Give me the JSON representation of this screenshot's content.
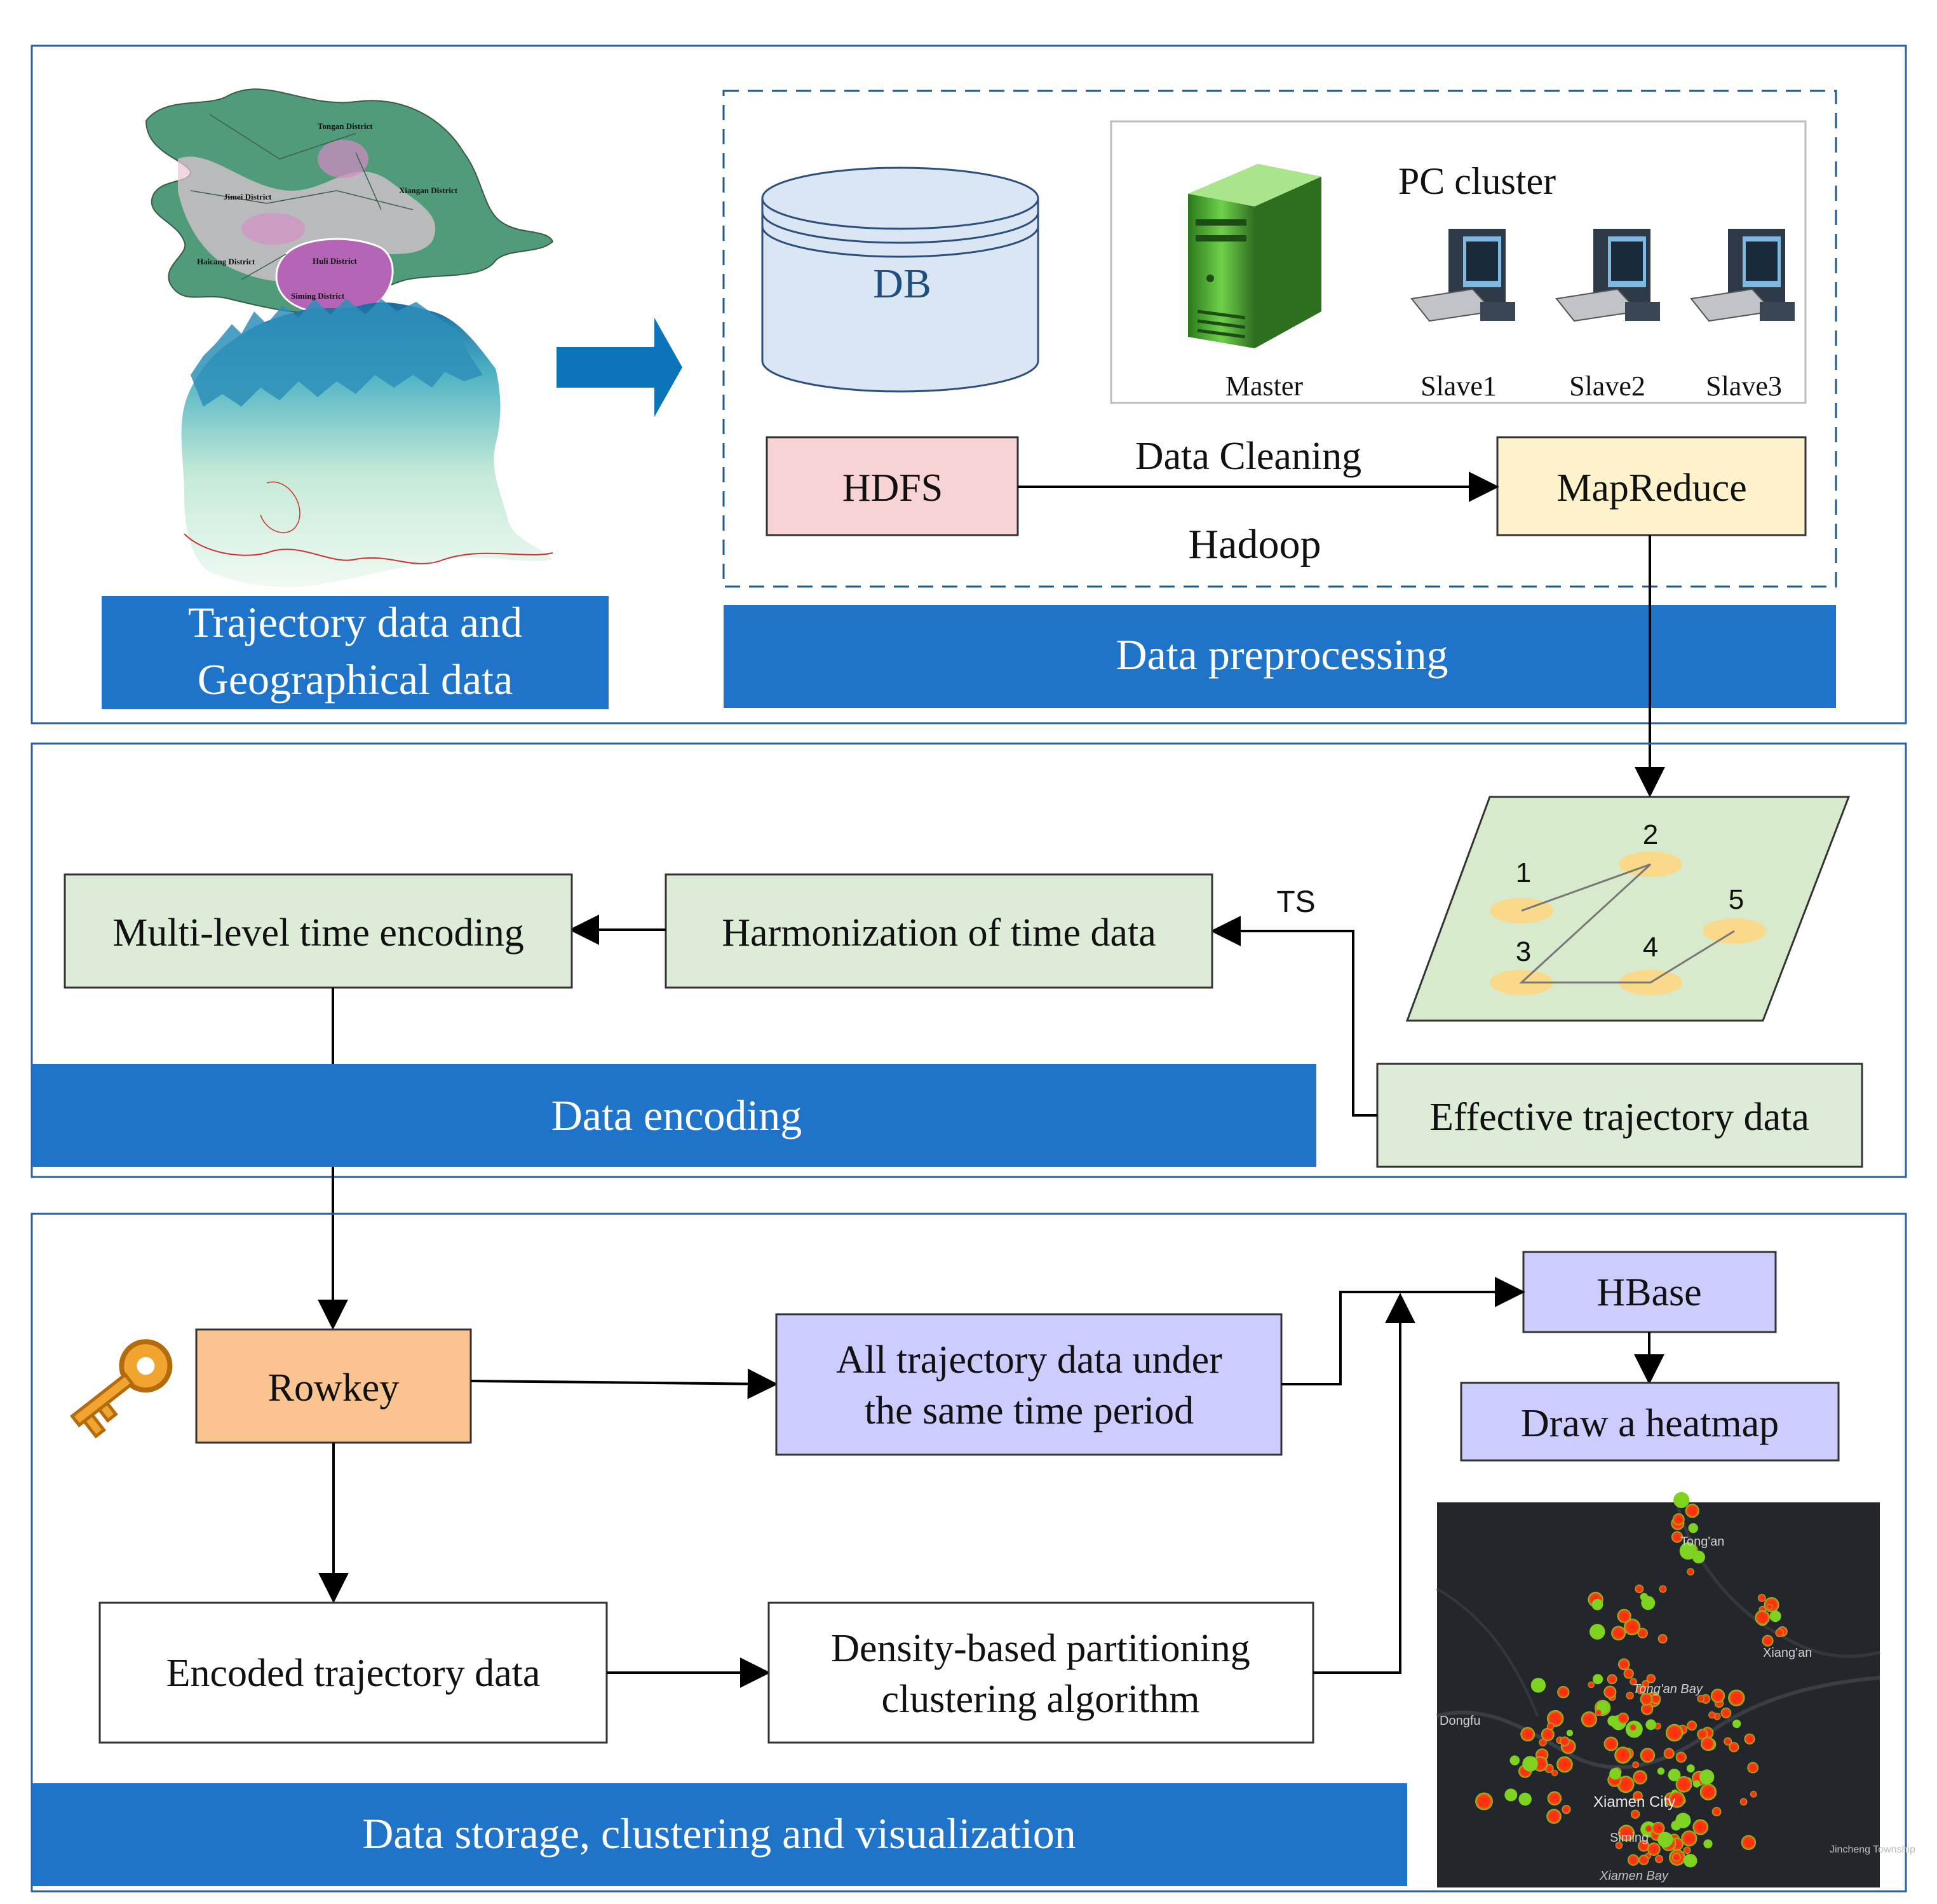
{
  "panel1": {
    "source_label_line1": "Trajectory data and",
    "source_label_line2": "Geographical data",
    "map_labels": [
      "Tongan District",
      "Jimei District",
      "Xiangan District",
      "Haicang District",
      "Huli District",
      "Siming District"
    ],
    "db_label": "DB",
    "cluster_title": "PC cluster",
    "nodes": [
      "Master",
      "Slave1",
      "Slave2",
      "Slave3"
    ],
    "hdfs_label": "HDFS",
    "mapreduce_label": "MapReduce",
    "edge_label": "Data Cleaning",
    "framework_label": "Hadoop",
    "banner": "Data preprocessing"
  },
  "panel2": {
    "multi_level_label": "Multi-level time encoding",
    "harmonization_label": "Harmonization of time data",
    "ts_label": "TS",
    "effective_label": "Effective trajectory data",
    "points": [
      "1",
      "2",
      "3",
      "4",
      "5"
    ],
    "banner": "Data encoding"
  },
  "panel3": {
    "rowkey_label": "Rowkey",
    "all_traj_line1": "All trajectory data under",
    "all_traj_line2": "the same time period",
    "hbase_label": "HBase",
    "heatmap_label": "Draw a heatmap",
    "encoded_label": "Encoded trajectory data",
    "density_line1": "Density-based partitioning",
    "density_line2": "clustering algorithm",
    "banner": "Data storage, clustering and visualization",
    "map_labels": [
      "Tong'an",
      "Xiang'an",
      "Tong'an Bay",
      "Dongfu",
      "Xiamen City",
      "Siming",
      "Xiamen Bay",
      "Jincheng Township"
    ]
  },
  "colors": {
    "banner": "#1f74c9",
    "frame": "#2b5f9e",
    "green_box": "#dcecd6",
    "pink_box": "#f8d3d3",
    "cream_box": "#fdf2cc",
    "lavender_box": "#ccccff",
    "orange_box": "#f9c48f",
    "db_fill": "#dae6f4",
    "db_stroke": "#2c4f7b",
    "arrow": "#0c74b9",
    "heatmap_bg": "#23262a"
  }
}
